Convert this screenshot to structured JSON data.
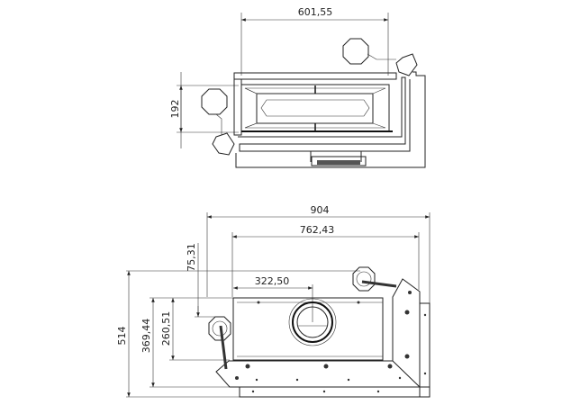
{
  "top_view": {
    "dimensions": {
      "width": "601,55",
      "depth": "192"
    }
  },
  "front_view": {
    "dimensions": {
      "overall_width": "904",
      "inner_width": "762,43",
      "flue_offset": "322,50",
      "top_offset": "75,31",
      "overall_height": "514",
      "height_a": "369,44",
      "height_b": "260,51"
    }
  },
  "colors": {
    "line": "#222222",
    "background": "#ffffff"
  }
}
